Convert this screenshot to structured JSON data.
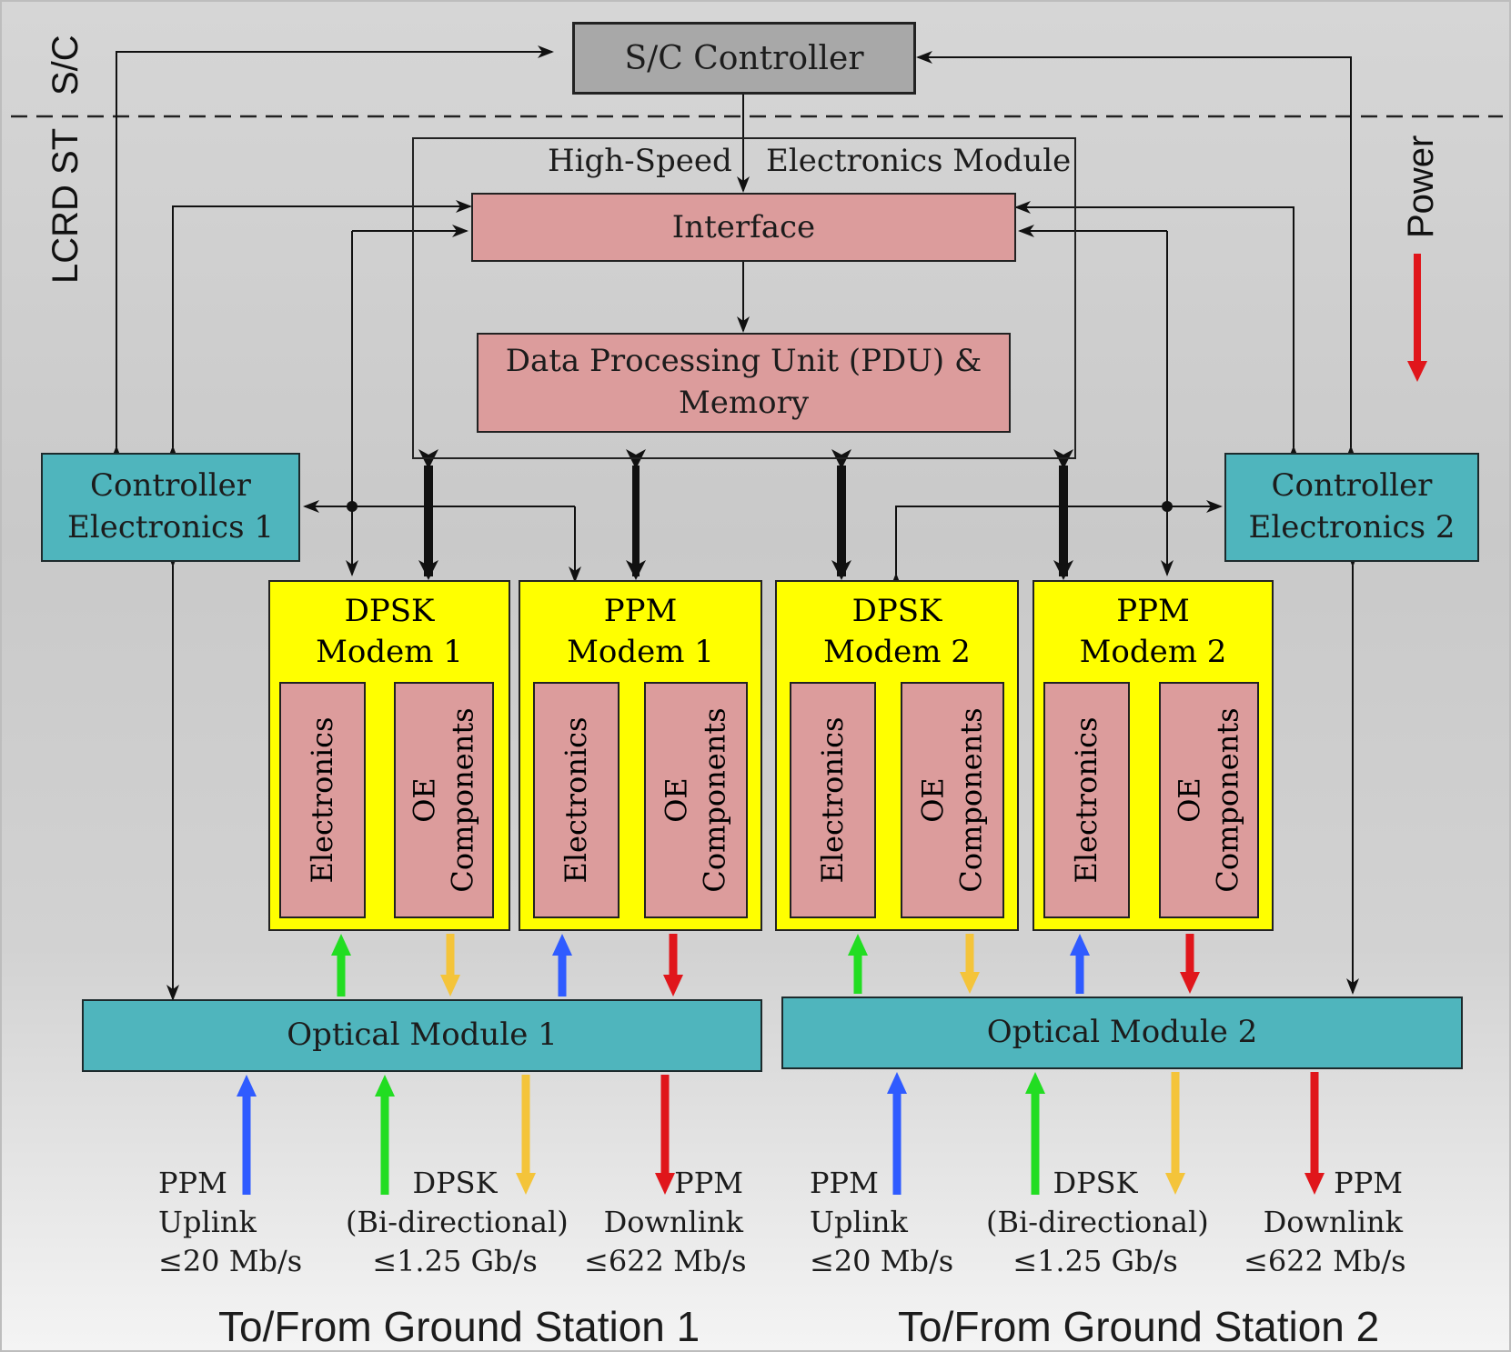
{
  "sections": {
    "spacecraft": "S/C",
    "terminal": "LCRD ST"
  },
  "sc_controller": "S/C Controller",
  "hsem": {
    "title_left": "High-Speed",
    "title_right": "Electronics Module",
    "interface": "Interface",
    "pdu_line1": "Data Processing Unit (PDU) &",
    "pdu_line2": "Memory"
  },
  "power_label": "Power",
  "controllers": [
    {
      "line1": "Controller",
      "line2": "Electronics 1"
    },
    {
      "line1": "Controller",
      "line2": "Electronics 2"
    }
  ],
  "modems": [
    {
      "line1": "DPSK",
      "line2": "Modem 1"
    },
    {
      "line1": "PPM",
      "line2": "Modem 1"
    },
    {
      "line1": "DPSK",
      "line2": "Modem 2"
    },
    {
      "line1": "PPM",
      "line2": "Modem 2"
    }
  ],
  "modem_parts": {
    "electronics": "Electronics",
    "oe_line1": "OE",
    "oe_line2": "Components"
  },
  "optical_modules": [
    "Optical Module 1",
    "Optical Module 2"
  ],
  "links": {
    "ppm_uplink": [
      "PPM",
      "Uplink",
      "≤20 Mb/s"
    ],
    "dpsk": [
      "DPSK",
      "(Bi-directional)",
      "≤1.25 Gb/s"
    ],
    "ppm_downlink": [
      "PPM",
      "Downlink",
      "≤622 Mb/s"
    ]
  },
  "ground_stations": [
    "To/From Ground Station 1",
    "To/From Ground Station 2"
  ],
  "colors": {
    "ppm_uplink": "#2f5bff",
    "dpsk_up": "#22dd22",
    "dpsk_down": "#f4c43a",
    "ppm_downlink": "#e0161b",
    "power": "#e0161b",
    "module_fill": "#dc9c9c",
    "controller_fill": "#4fb5bd",
    "modem_fill": "#ffff00"
  }
}
